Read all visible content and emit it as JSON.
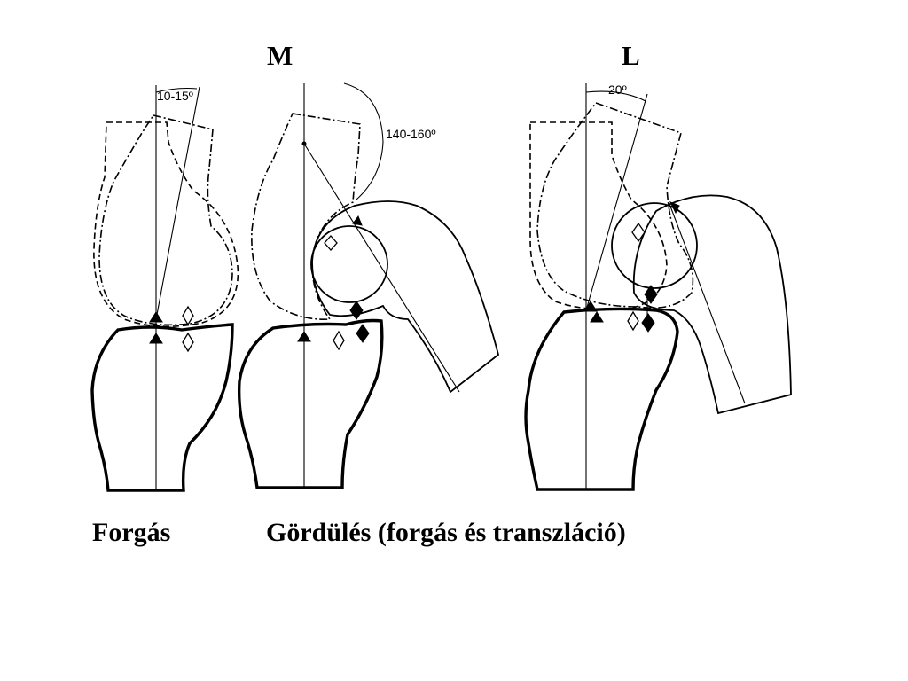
{
  "headings": {
    "medial": "M",
    "lateral": "L"
  },
  "captions": {
    "rotation": "Forgás",
    "rolling": "Gördülés (forgás és transzláció)"
  },
  "angle_labels": {
    "rotation_angle": "10-15º",
    "medial_flexion": "140-160º",
    "lateral_rotation": "20º"
  }
}
